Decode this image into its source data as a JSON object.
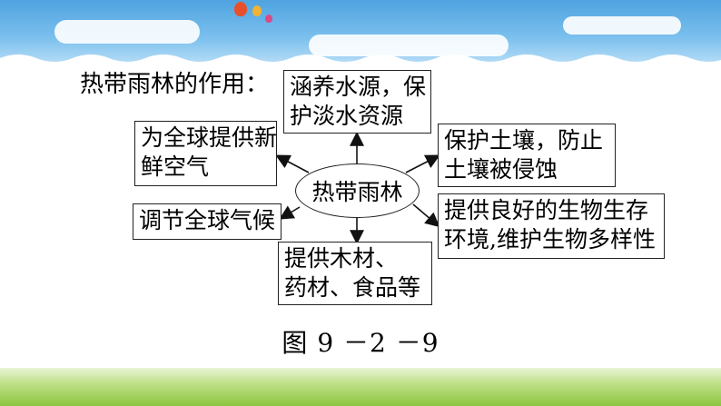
{
  "heading": "热带雨林的作用：",
  "center": "热带雨林",
  "nodes": {
    "water": [
      "涵养水源，保",
      "护淡水资源"
    ],
    "air": [
      "为全球提供新",
      "鲜空气"
    ],
    "soil": [
      "保护土壤，防止",
      "土壤被侵蚀"
    ],
    "climate": [
      "调节全球气候"
    ],
    "habitat": [
      "提供良好的生物生存",
      "环境,维护生物多样性"
    ],
    "resources": [
      "提供木材、",
      "药材、食品等"
    ]
  },
  "caption": "图 9 －2 －9"
}
